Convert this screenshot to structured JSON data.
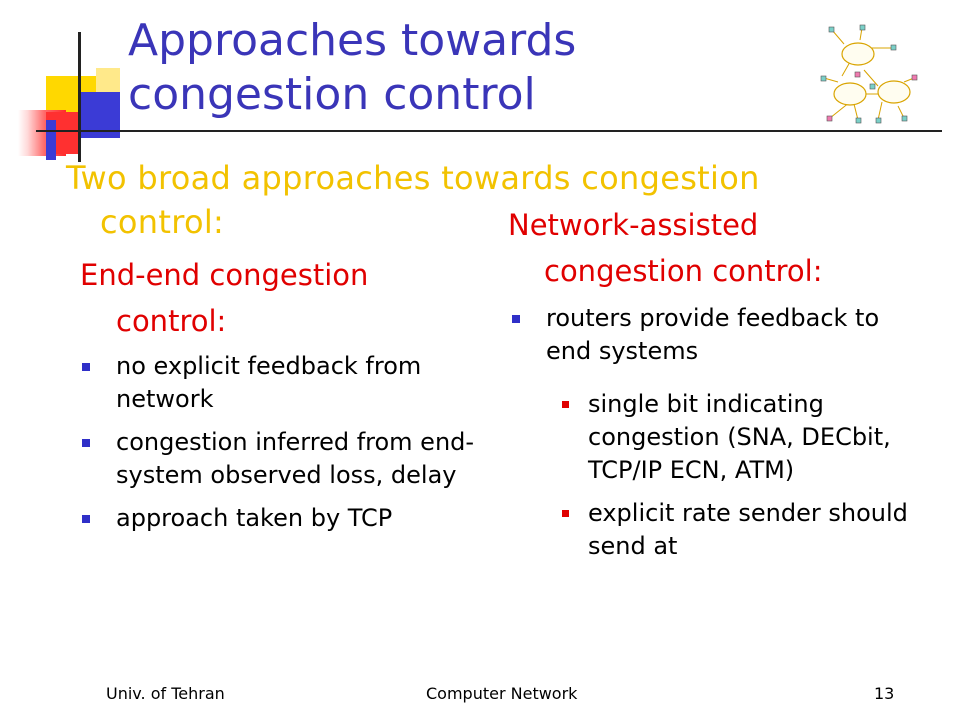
{
  "slide": {
    "title": "Approaches towards congestion control",
    "intro_line1": "Two broad approaches towards congestion",
    "intro_line2": "control:"
  },
  "left_column": {
    "heading_line1": "End-end congestion",
    "heading_line2": "control:",
    "bullets": [
      "no explicit feedback from network",
      "congestion inferred from end-system observed loss, delay",
      "approach taken by TCP"
    ]
  },
  "right_column": {
    "heading_line1": "Network-assisted",
    "heading_line2": "congestion control:",
    "bullets": [
      "routers provide feedback to end systems"
    ],
    "sub_bullets": [
      "single bit indicating congestion (SNA, DECbit, TCP/IP ECN, ATM)",
      "explicit rate sender should send at"
    ]
  },
  "footer": {
    "left": "Univ. of Tehran",
    "center": "Computer Network",
    "page_number": "13"
  },
  "icons": {
    "network_clip_art": "network-clouds-icon"
  },
  "colors": {
    "title": "#3a35b8",
    "intro": "#f2c200",
    "heading": "#e00000",
    "bullet": "#2f2fc8",
    "sub_bullet": "#e00000"
  }
}
